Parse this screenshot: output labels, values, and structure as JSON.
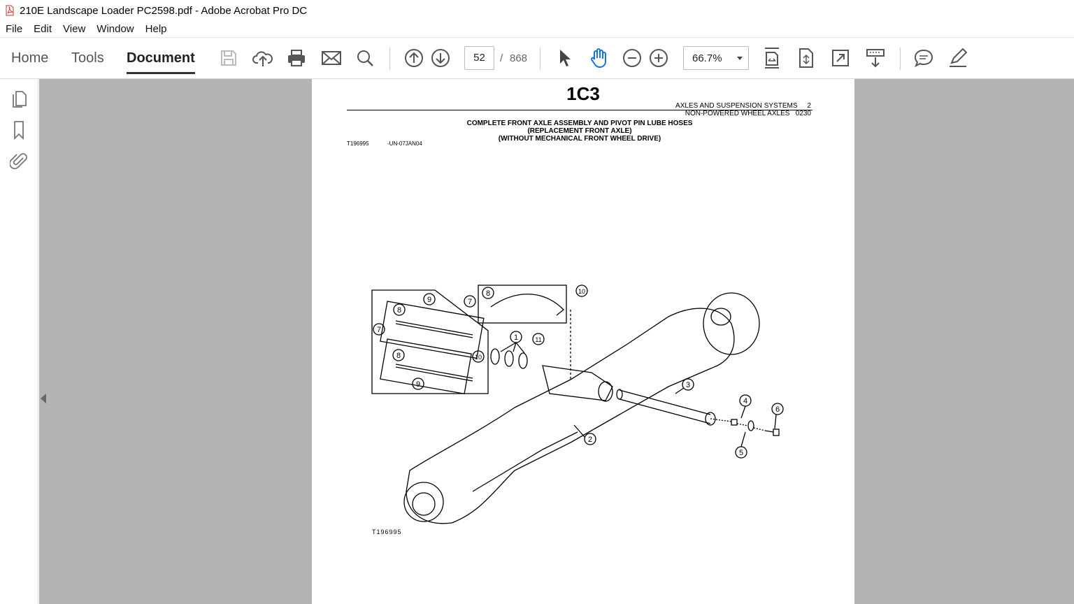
{
  "window": {
    "title": "210E Landscape Loader PC2598.pdf - Adobe Acrobat Pro DC"
  },
  "menu": [
    "File",
    "Edit",
    "View",
    "Window",
    "Help"
  ],
  "tabs": [
    {
      "label": "Home",
      "active": false
    },
    {
      "label": "Tools",
      "active": false
    },
    {
      "label": "Document",
      "active": true
    }
  ],
  "toolbar": {
    "icons": [
      "save-icon",
      "cloud-upload-icon",
      "print-icon",
      "email-icon",
      "search-icon",
      "page-up-icon",
      "page-down-icon",
      "select-cursor-icon",
      "hand-tool-icon",
      "zoom-out-icon",
      "zoom-in-icon",
      "fit-page-icon",
      "scroll-mode-icon",
      "full-screen-icon",
      "read-mode-icon",
      "comment-icon",
      "highlight-pen-icon"
    ],
    "page_current": "52",
    "page_separator": "/",
    "page_total": "868",
    "zoom": "66.7%"
  },
  "sidebar": {
    "icons": [
      "pages-icon",
      "bookmark-icon",
      "attachment-icon"
    ]
  },
  "page": {
    "heading": "1C3",
    "section_line1": "AXLES AND SUSPENSION SYSTEMS     2",
    "section_line2": "NON-POWERED WHEEL AXLES   0230",
    "title_lines": [
      "COMPLETE FRONT AXLE ASSEMBLY AND PIVOT PIN LUBE HOSES",
      "(REPLACEMENT FRONT AXLE)",
      "(WITHOUT MECHANICAL FRONT WHEEL DRIVE)"
    ],
    "ref_code": "T196995",
    "ref_date": "-UN-07JAN04",
    "figure_label": "T196995",
    "callouts": [
      "1",
      "2",
      "3",
      "4",
      "5",
      "6",
      "7",
      "8",
      "9",
      "10",
      "11"
    ]
  },
  "colors": {
    "viewer_bg": "#b3b3b3",
    "page_bg": "#ffffff",
    "pdf_icon_red": "#d93025"
  }
}
